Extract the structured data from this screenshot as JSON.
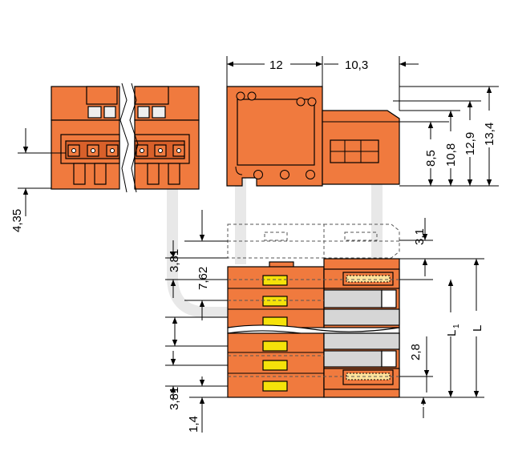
{
  "colors": {
    "housing": "#f07a3e",
    "housing_dark": "#d8602a",
    "pin": "#f5e20a",
    "pin_light": "#ffe39c",
    "grey_part": "#d6d6d6",
    "line": "#000000"
  },
  "dimensions": {
    "width_top": "12",
    "depth_top": "10,3",
    "height_8_5": "8,5",
    "height_10_8": "10,8",
    "height_12_9": "12,9",
    "height_13_4": "13,4",
    "pin_offset_left": "4,35",
    "pitch_top": "3,81",
    "pitch_double": "7,62",
    "offset_right": "3,1",
    "pitch_bottom": "3,81",
    "offset_bottom": "1,4",
    "pin_width": "2,8",
    "length_l1": "L",
    "length_l1_sub": "1",
    "length_l": "L"
  }
}
